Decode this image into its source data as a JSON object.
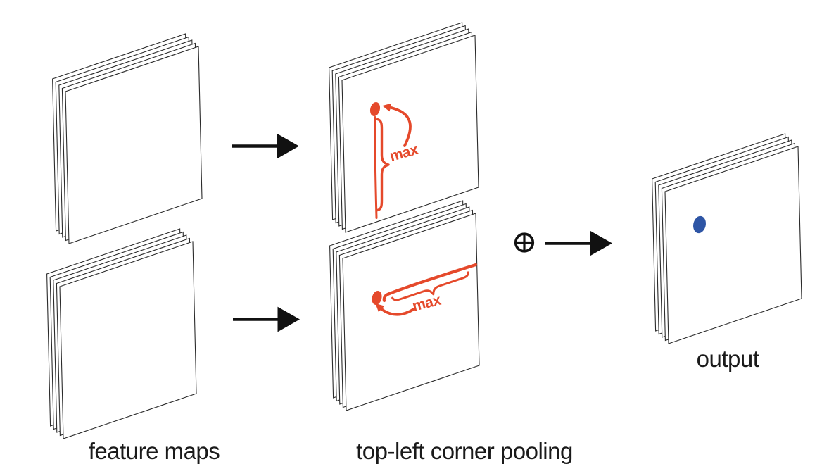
{
  "figure": {
    "labels": {
      "feature_maps": "feature maps",
      "pooling": "top-left corner pooling",
      "output": "output"
    },
    "annotations": {
      "max_vertical": "max",
      "max_horizontal": "max",
      "sum_operator_glyph": "⊕"
    },
    "icons": {
      "circled_plus": "⊕",
      "arrow_right": "→"
    },
    "colors": {
      "pooling_annotation_red": "#E5492B",
      "output_dot_blue": "#2E55A5",
      "arrow_black": "#111111",
      "text_black": "#1A1A1A",
      "sheet_outline": "#2B2B2B",
      "sheet_fill": "#FFFFFF",
      "background": "#FFFFFF"
    },
    "stacks": {
      "feature_map_top": {
        "sheet_count": 5
      },
      "feature_map_bottom": {
        "sheet_count": 5
      },
      "pooling_vertical": {
        "sheet_count": 5
      },
      "pooling_horizontal": {
        "sheet_count": 5
      },
      "output": {
        "sheet_count": 5
      }
    }
  }
}
